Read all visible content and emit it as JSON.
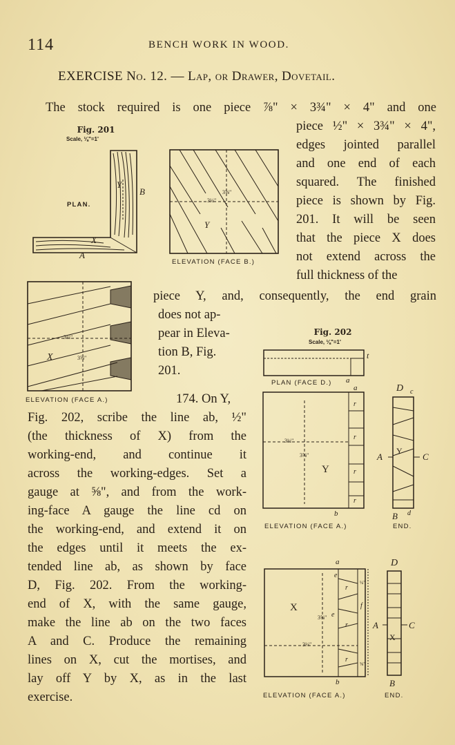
{
  "page_number": "114",
  "running_head": "BENCH WORK IN WOOD.",
  "exercise_title": "EXERCISE No. 12. — Lap, or Drawer, Dovetail.",
  "text_lines": [
    "The stock required is one piece ⅞\" × 3¾\" × 4\" and one",
    "piece ½\" × 3¾\" × 4\",",
    "edges jointed parallel",
    "and one end of each",
    "squared. The finished",
    "piece is shown by Fig.",
    "201. It will be seen",
    "that the piece X does",
    "not extend across the",
    "full thickness of the",
    "piece Y, and, consequently, the end grain",
    "does not ap-",
    "pear in Eleva-",
    "tion B, Fig.",
    "201.",
    "174. On Y,",
    "Fig. 202, scribe the line ab, ½\"",
    "(the thickness of X) from the",
    "working-end, and continue it",
    "across the working-edges. Set a",
    "gauge at ⅝\", and from the work-",
    "ing-face A gauge the line cd on",
    "the working-end, and extend it on",
    "the edges until it meets the ex-",
    "tended line ab, as shown by face",
    "D, Fig. 202. From the working-",
    "end of X, with the same gauge,",
    "make the line ab on the two faces",
    "A and C. Produce the remaining",
    "lines on X, cut the mortises, and",
    "lay off Y by X, as in the last",
    "exercise."
  ],
  "fig201": {
    "title": "Fig. 201",
    "scale": "Scale, ⅛\"=1'",
    "plan_label": "PLAN.",
    "elev_b_caption": "ELEVATION (FACE B.)",
    "elev_a_caption": "ELEVATION (FACE A.)",
    "letters": {
      "y": "Y",
      "b": "B",
      "x": "X",
      "a": "A"
    },
    "dims": {
      "d1": "3¼\"",
      "d2": "3⅝\""
    }
  },
  "fig202": {
    "title": "Fig. 202",
    "scale": "Scale, ⅛\"=1'",
    "plan_caption": "PLAN (FACE D.)",
    "elev1_caption": "ELEVATION (FACE A.)",
    "end1_caption": "END.",
    "elev2_caption": "ELEVATION (FACE A.)",
    "end2_caption": "END.",
    "letters": {
      "a": "a",
      "b": "b",
      "c": "c",
      "d": "d",
      "e": "e",
      "f": "f",
      "r": "r",
      "t": "t",
      "Y": "Y",
      "X": "X",
      "A": "A",
      "B": "B",
      "C": "C",
      "D": "D"
    },
    "dims": {
      "d1": "3¼\"",
      "d2": "3⅝\"",
      "d3": "¼\"",
      "d4": "⅝\""
    }
  }
}
